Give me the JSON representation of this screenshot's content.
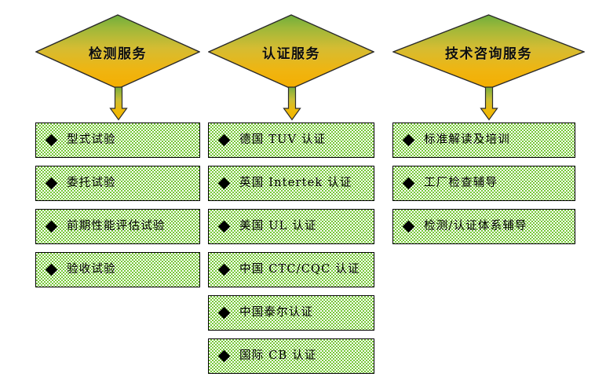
{
  "diagram": {
    "title": "Service Categories Flow Diagram",
    "colors": {
      "diamond_top": "#7fb03a",
      "diamond_mid": "#d8c02f",
      "diamond_bottom": "#f5b400",
      "diamond_border": "#2b2b2b",
      "box_pattern_green": "#76c837",
      "box_pattern_white": "#ffffff",
      "box_border": "#000000",
      "arrow_stem_top": "#7fb03a",
      "arrow_stem_bottom": "#f0b400",
      "text": "#000000"
    },
    "columns": [
      {
        "id": "testing-services",
        "header": "检测服务",
        "arrow_icon": "down-arrow-icon",
        "items": [
          {
            "bullet": "diamond-bullet-icon",
            "label": "型式试验"
          },
          {
            "bullet": "diamond-bullet-icon",
            "label": "委托试验"
          },
          {
            "bullet": "diamond-bullet-icon",
            "label": "前期性能评估试验"
          },
          {
            "bullet": "diamond-bullet-icon",
            "label": "验收试验"
          }
        ]
      },
      {
        "id": "certification-services",
        "header": "认证服务",
        "arrow_icon": "down-arrow-icon",
        "items": [
          {
            "bullet": "diamond-bullet-icon",
            "label": "德国 TUV 认证"
          },
          {
            "bullet": "diamond-bullet-icon",
            "label": "英国 Intertek 认证"
          },
          {
            "bullet": "diamond-bullet-icon",
            "label": "美国 UL 认证"
          },
          {
            "bullet": "diamond-bullet-icon",
            "label": "中国 CTC/CQC 认证"
          },
          {
            "bullet": "diamond-bullet-icon",
            "label": "中国泰尔认证"
          },
          {
            "bullet": "diamond-bullet-icon",
            "label": "国际 CB 认证"
          }
        ]
      },
      {
        "id": "technical-consulting-services",
        "header": "技术咨询服务",
        "arrow_icon": "down-arrow-icon",
        "items": [
          {
            "bullet": "diamond-bullet-icon",
            "label": "标准解读及培训"
          },
          {
            "bullet": "diamond-bullet-icon",
            "label": "工厂检查辅导"
          },
          {
            "bullet": "diamond-bullet-icon",
            "label": "检测/认证体系辅导"
          }
        ]
      }
    ]
  }
}
